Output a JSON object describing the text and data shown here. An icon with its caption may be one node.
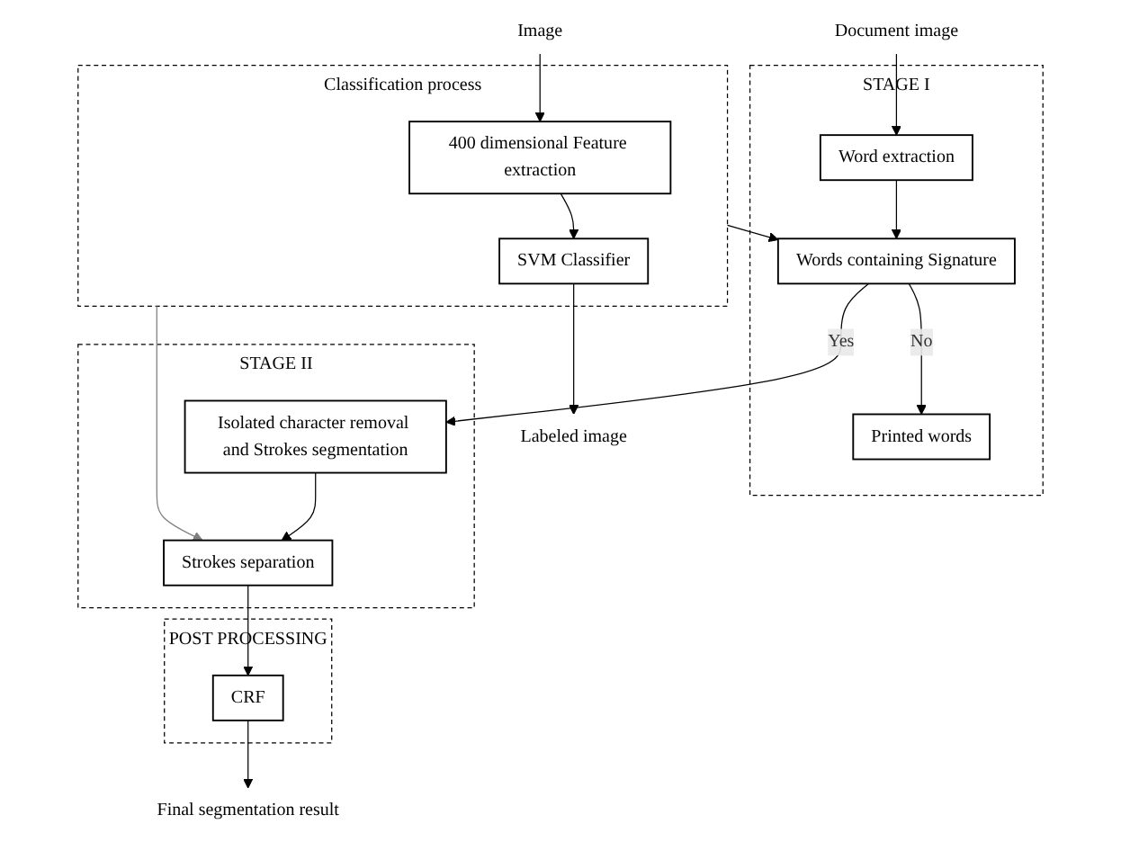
{
  "diagram": {
    "nodes": [
      {
        "text": [
          "Image"
        ]
      },
      {
        "text": [
          "Classification process"
        ]
      },
      {
        "text": [
          "400 dimensional Feature extraction"
        ],
        "in": 1
      },
      {
        "text": [
          "SVM Classifier"
        ],
        "in": 1
      },
      {
        "text": [
          "Labeled image"
        ]
      },
      {
        "text": [
          "Document image"
        ]
      },
      {
        "text": [
          "STAGE I"
        ]
      },
      {
        "text": [
          "Word extraction"
        ],
        "in": 6
      },
      {
        "text": [
          "Words containing Signature"
        ],
        "in": 6
      },
      {
        "text": [
          "Printed words"
        ],
        "in": 6
      },
      {
        "text": [
          "STAGE II"
        ]
      },
      {
        "text": [
          "Isolated character removal and Strokes segmentation"
        ],
        "in": 10
      },
      {
        "text": [
          "Strokes separation"
        ],
        "in": 10
      },
      {
        "text": [
          "POST PROCESSING"
        ]
      },
      {
        "text": [
          "CRF"
        ],
        "in": 13
      },
      {
        "text": [
          "Final segmentation result"
        ]
      }
    ],
    "edges": [
      {
        "from": 0,
        "to": 2,
        "arrow": "to"
      },
      {
        "from": 2,
        "to": 3,
        "arrow": "to"
      },
      {
        "from": 3,
        "to": 4,
        "arrow": "to"
      },
      {
        "from": 1,
        "to": 8,
        "arrow": "to"
      },
      {
        "from": 1,
        "to": 12,
        "arrow": "to",
        "color": "#7f7f7f"
      },
      {
        "from": 5,
        "to": 7,
        "arrow": "to"
      },
      {
        "from": 7,
        "to": 8,
        "arrow": "to"
      },
      {
        "from": 8,
        "to": 9,
        "label": "No",
        "arrow": "to"
      },
      {
        "from": 8,
        "to": 11,
        "label": "Yes",
        "arrow": "to"
      },
      {
        "from": 11,
        "to": 12,
        "arrow": "to"
      },
      {
        "from": 12,
        "to": 14,
        "arrow": "to"
      },
      {
        "from": 14,
        "to": 15,
        "arrow": "to"
      }
    ]
  }
}
